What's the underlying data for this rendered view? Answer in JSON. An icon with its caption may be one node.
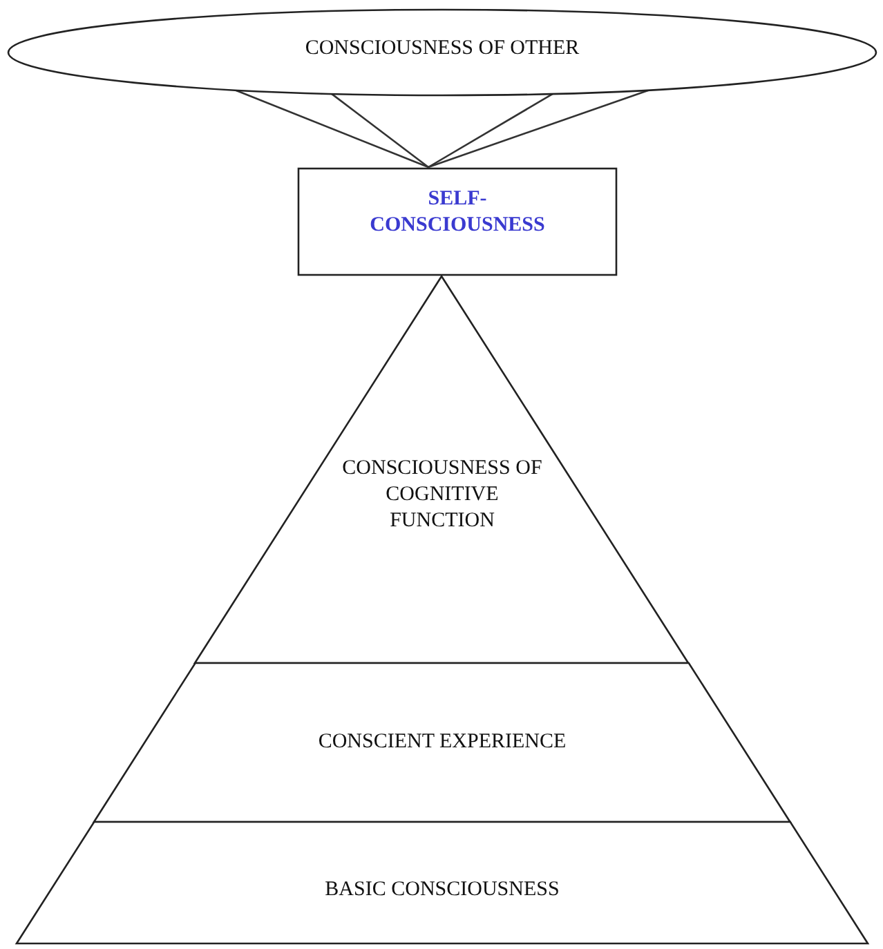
{
  "diagram": {
    "nodes": [
      {
        "text": [
          "CONSCIOUSNESS OF OTHER"
        ]
      },
      {
        "text": [
          "SELF- CONSCIOUSNESS"
        ]
      },
      {
        "text": [
          "CONSCIOUSNESS OF COGNITIVE FUNCTION"
        ]
      },
      {
        "text": [
          "CONSCIENT EXPERIENCE"
        ]
      },
      {
        "text": [
          "BASIC CONSCIOUSNESS"
        ]
      }
    ],
    "edges": [
      {
        "from": 0,
        "to": 1,
        "arrow": "none"
      },
      {
        "from": 0,
        "to": 1,
        "arrow": "none"
      },
      {
        "from": 0,
        "to": 1,
        "arrow": "none"
      },
      {
        "from": 0,
        "to": 1,
        "arrow": "none"
      }
    ]
  }
}
